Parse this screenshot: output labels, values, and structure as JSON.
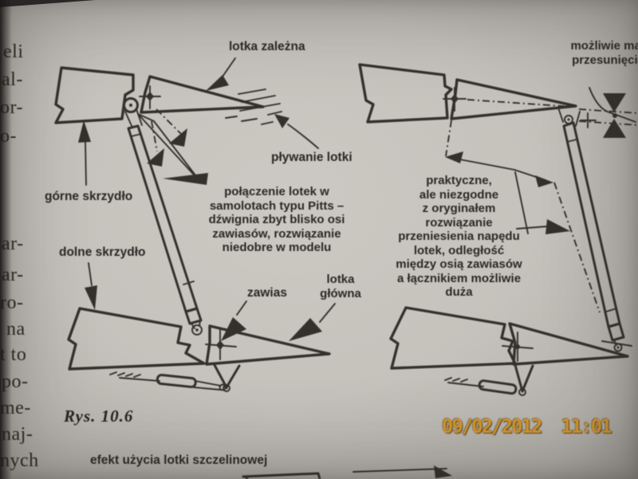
{
  "photo": {
    "date_stamp": "09/02/2012  11:01"
  },
  "colors": {
    "page_gray": "#c5c2bc",
    "ink": "#34312c",
    "stamp_orange": "#d6962c"
  },
  "margin_fragments": [
    "eli",
    "al-",
    "or-",
    "o-",
    "ar-",
    "ar-",
    "ro-",
    "na",
    "t to",
    "po-",
    "me-",
    "naj-",
    "nych"
  ],
  "figure": {
    "caption": "Rys. 10.6",
    "footer_label": "efekt użycia lotki szczelinowej",
    "left_diagram": {
      "dependent_aileron_label": "lotka zależna",
      "upper_wing_label": "górne skrzydło",
      "aileron_float_label": "pływanie lotki",
      "lower_wing_label": "dolne skrzydło",
      "hinge_label": "zawias",
      "main_aileron_label": "lotka\ngłówna",
      "note": "połączenie lotek w\nsamolotach typu Pitts –\ndźwignia zbyt blisko osi\nzawiasów, rozwiązanie\nniedobre w modelu"
    },
    "right_diagram": {
      "top_label": "możliwie mał\nprzesunięcie",
      "note": "praktyczne,\nale niezgodne\nz oryginałem\nrozwiązanie\nprzeniesienia napędu\nlotek, odległość\nmiędzy osią zawiasów\na łącznikiem możliwie\nduża"
    }
  }
}
